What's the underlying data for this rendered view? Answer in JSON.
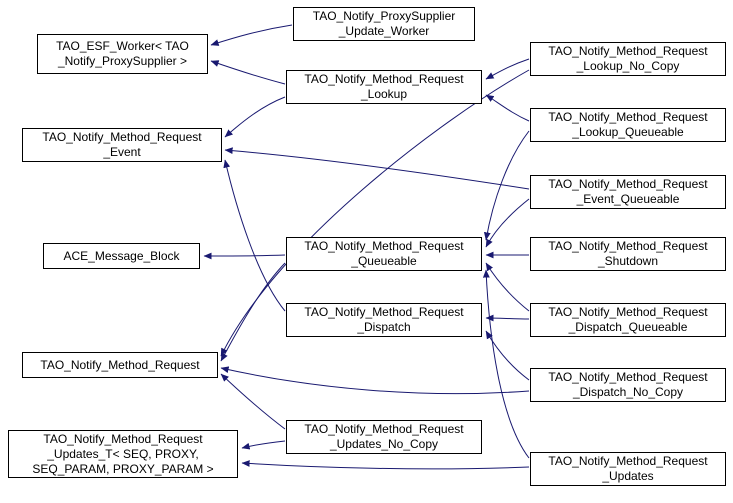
{
  "diagram": {
    "type": "class-inheritance-graph",
    "background_color": "#ffffff",
    "node_fill_color": "#ffffff",
    "node_border_color": "#000000",
    "edge_color": "#191970",
    "nodes": {
      "proxysupplier_update_worker": {
        "lines": [
          "TAO_Notify_ProxySupplier",
          "_Update_Worker"
        ]
      },
      "esf_worker": {
        "lines": [
          "TAO_ESF_Worker< TAO",
          "_Notify_ProxySupplier >"
        ]
      },
      "lookup": {
        "lines": [
          "TAO_Notify_Method_Request",
          "_Lookup"
        ]
      },
      "lookup_no_copy": {
        "lines": [
          "TAO_Notify_Method_Request",
          "_Lookup_No_Copy"
        ]
      },
      "lookup_queueable": {
        "lines": [
          "TAO_Notify_Method_Request",
          "_Lookup_Queueable"
        ]
      },
      "event": {
        "lines": [
          "TAO_Notify_Method_Request",
          "_Event"
        ]
      },
      "event_queueable": {
        "lines": [
          "TAO_Notify_Method_Request",
          "_Event_Queueable"
        ]
      },
      "ace_message_block": {
        "lines": [
          "ACE_Message_Block"
        ]
      },
      "queueable": {
        "lines": [
          "TAO_Notify_Method_Request",
          "_Queueable"
        ]
      },
      "shutdown": {
        "lines": [
          "TAO_Notify_Method_Request",
          "_Shutdown"
        ]
      },
      "dispatch": {
        "lines": [
          "TAO_Notify_Method_Request",
          "_Dispatch"
        ]
      },
      "dispatch_queueable": {
        "lines": [
          "TAO_Notify_Method_Request",
          "_Dispatch_Queueable"
        ]
      },
      "method_request": {
        "lines": [
          "TAO_Notify_Method_Request"
        ]
      },
      "dispatch_no_copy": {
        "lines": [
          "TAO_Notify_Method_Request",
          "_Dispatch_No_Copy"
        ]
      },
      "updates_no_copy": {
        "lines": [
          "TAO_Notify_Method_Request",
          "_Updates_No_Copy"
        ]
      },
      "updates_t": {
        "lines": [
          "TAO_Notify_Method_Request",
          "_Updates_T< SEQ, PROXY,",
          "SEQ_PARAM, PROXY_PARAM >"
        ]
      },
      "updates": {
        "lines": [
          "TAO_Notify_Method_Request",
          "_Updates"
        ]
      }
    },
    "edges": [
      {
        "from": "proxysupplier_update_worker",
        "to": "esf_worker"
      },
      {
        "from": "lookup",
        "to": "esf_worker"
      },
      {
        "from": "lookup",
        "to": "event"
      },
      {
        "from": "lookup_no_copy",
        "to": "lookup"
      },
      {
        "from": "lookup_queueable",
        "to": "lookup"
      },
      {
        "from": "lookup_no_copy",
        "to": "method_request"
      },
      {
        "from": "lookup_queueable",
        "to": "queueable"
      },
      {
        "from": "event_queueable",
        "to": "event"
      },
      {
        "from": "event_queueable",
        "to": "queueable"
      },
      {
        "from": "queueable",
        "to": "ace_message_block"
      },
      {
        "from": "queueable",
        "to": "method_request"
      },
      {
        "from": "shutdown",
        "to": "queueable"
      },
      {
        "from": "dispatch",
        "to": "event"
      },
      {
        "from": "dispatch_queueable",
        "to": "dispatch"
      },
      {
        "from": "dispatch_queueable",
        "to": "queueable"
      },
      {
        "from": "dispatch_no_copy",
        "to": "dispatch"
      },
      {
        "from": "dispatch_no_copy",
        "to": "method_request"
      },
      {
        "from": "updates_no_copy",
        "to": "updates_t"
      },
      {
        "from": "updates_no_copy",
        "to": "method_request"
      },
      {
        "from": "updates",
        "to": "updates_t"
      },
      {
        "from": "updates",
        "to": "queueable"
      }
    ]
  }
}
